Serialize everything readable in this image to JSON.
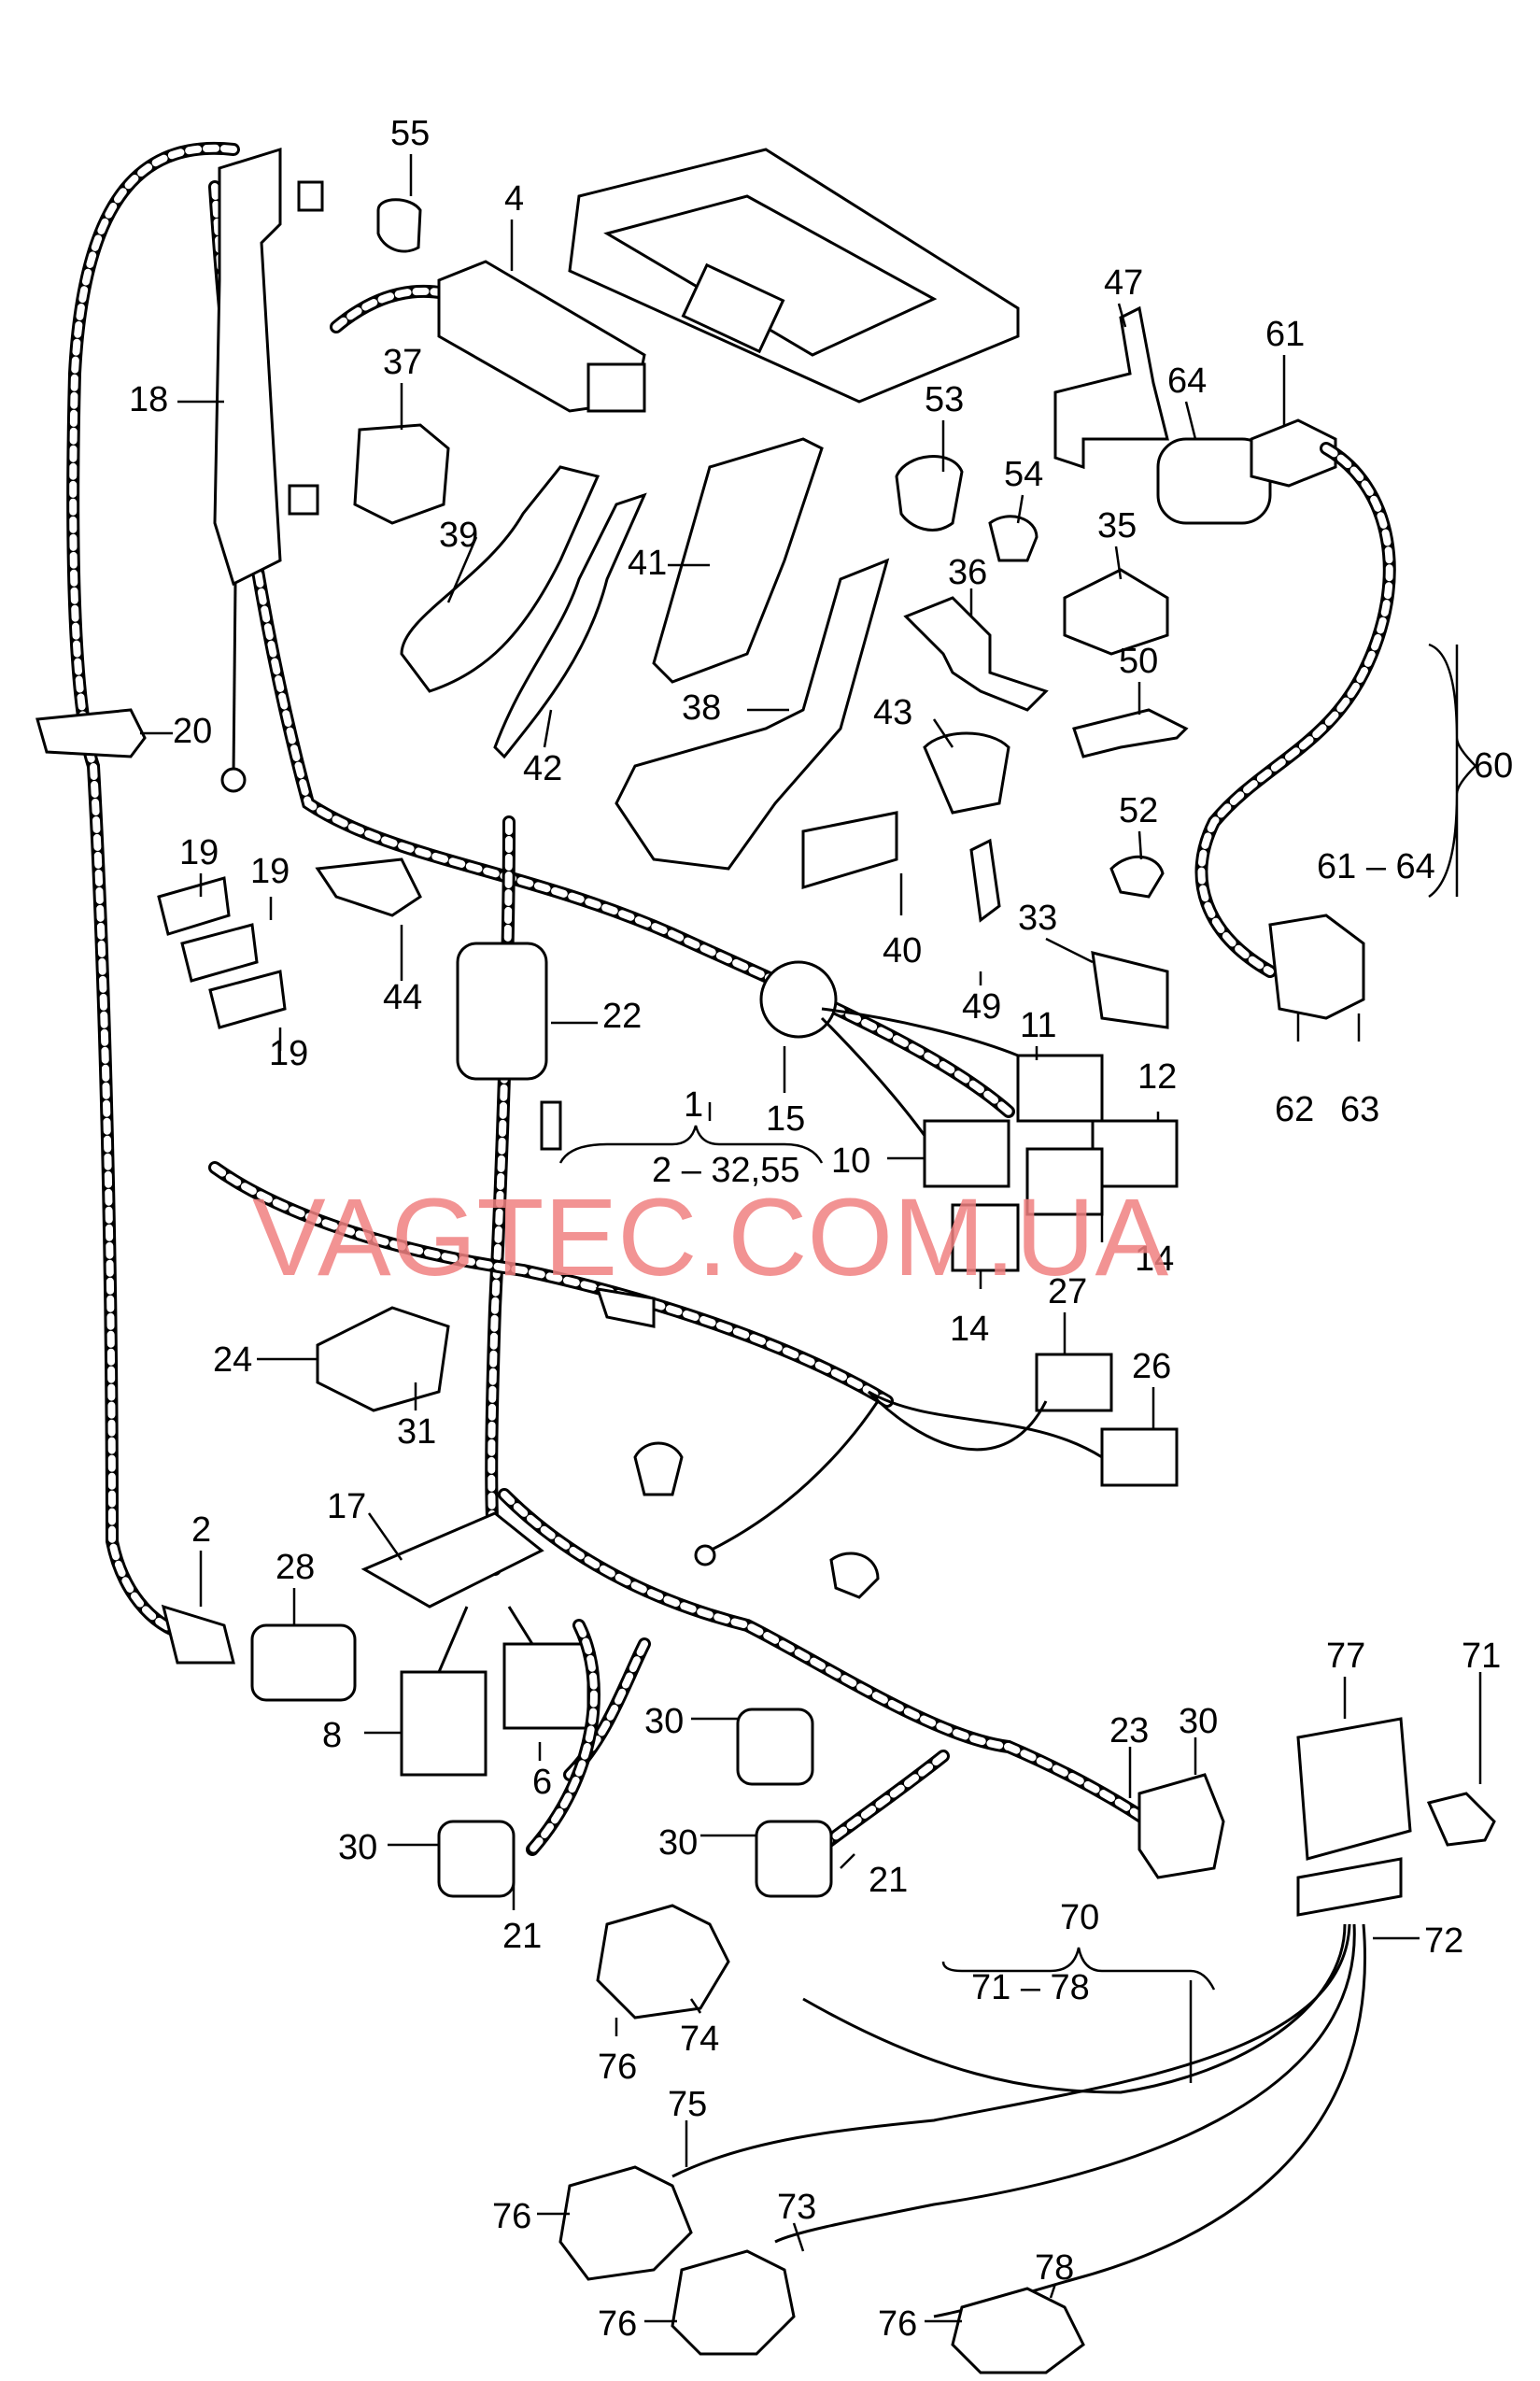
{
  "watermark": "VAGTEC.COM.UA",
  "labels": {
    "p55": "55",
    "p4": "4",
    "p47": "47",
    "p61": "61",
    "p64": "64",
    "p18": "18",
    "p37": "37",
    "p53": "53",
    "p54": "54",
    "p35": "35",
    "p39": "39",
    "p41": "41",
    "p36": "36",
    "p50": "50",
    "p60": "60",
    "p38": "38",
    "p43": "43",
    "p42": "42",
    "p20": "20",
    "p52": "52",
    "p61_64": "61 – 64",
    "p19a": "19",
    "p19b": "19",
    "p19c": "19",
    "p44": "44",
    "p40": "40",
    "p33": "33",
    "p49": "49",
    "p22": "22",
    "p11": "11",
    "p62": "62",
    "p63": "63",
    "p12": "12",
    "p15": "15",
    "p1": "1",
    "p2_32_55": "2 – 32,55",
    "p10": "10",
    "p14a": "14",
    "p14b": "14",
    "p27": "27",
    "p24": "24",
    "p26": "26",
    "p31": "31",
    "p17": "17",
    "p2": "2",
    "p28": "28",
    "p77": "77",
    "p71a": "71",
    "p30a": "30",
    "p30b": "30",
    "p23": "23",
    "p8": "8",
    "p6": "6",
    "p30c": "30",
    "p21a": "21",
    "p30d": "30",
    "p21b": "21",
    "p70": "70",
    "p72": "72",
    "p71_78": "71 – 78",
    "p74": "74",
    "p76a": "76",
    "p75": "75",
    "p73": "73",
    "p78": "78",
    "p76b": "76",
    "p76c": "76",
    "p76d": "76"
  }
}
